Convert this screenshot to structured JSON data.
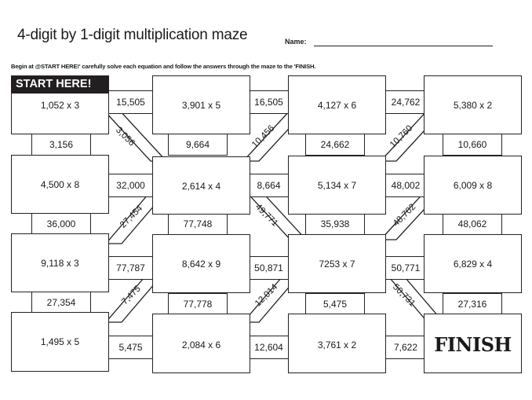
{
  "header": {
    "title": "4-digit by 1-digit multiplication maze",
    "name_label": "Name:",
    "instructions": "Begin at @START HERE!' carefully solve each equation and follow the answers through the maze to the 'FINISH."
  },
  "start_label": "START HERE!",
  "finish_label": "FINISH",
  "boxes": [
    [
      "1,052 x 3",
      "3,901 x 5",
      "4,127 x 6",
      "5,380 x 2"
    ],
    [
      "4,500 x 8",
      "2,614 x 4",
      "5,134 x 7",
      "6,009 x 8"
    ],
    [
      "9,118 x 3",
      "8,642 x 9",
      "7253 x 7",
      "6,829 x 4"
    ],
    [
      "1,495 x 5",
      "2,084 x 6",
      "3,761 x 2",
      "FINISH"
    ]
  ],
  "horizontal_connectors": [
    [
      "15,505",
      "16,505",
      "24,762"
    ],
    [
      "32,000",
      "8,664",
      "48,002"
    ],
    [
      "77,787",
      "50,871",
      "50,771"
    ],
    [
      "5,475",
      "12,604",
      "7,622"
    ]
  ],
  "vertical_connectors": [
    [
      "3,156",
      "9,664",
      "24,662",
      "10,660"
    ],
    [
      "36,000",
      "77,748",
      "35,938",
      "48,062"
    ],
    [
      "27,354",
      "77,778",
      "5,475",
      "27,316"
    ]
  ],
  "diagonal_connectors": [
    [
      "3,056",
      "10,456",
      "10,760"
    ],
    [
      "27,454",
      "49,771",
      "48,702"
    ],
    [
      "7,475",
      "12,014",
      "50,731"
    ]
  ]
}
